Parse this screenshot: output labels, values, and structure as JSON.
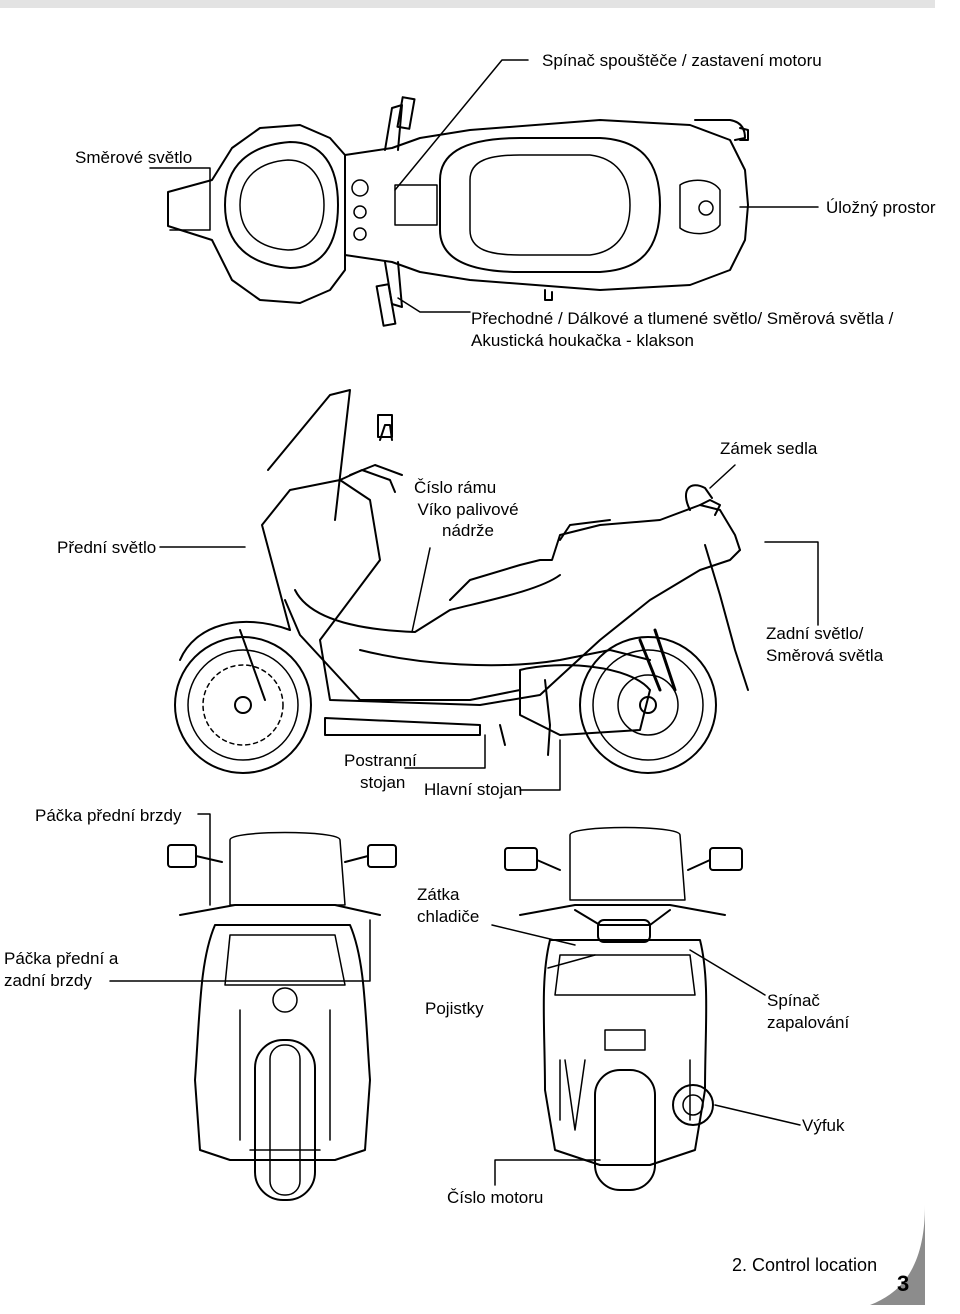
{
  "labels": {
    "start_stop_switch": "Spínač spouštěče / zastavení motoru",
    "turn_signal": "Směrové světlo",
    "storage": "Úložný prostor",
    "light_switches_line1": "Přechodné / Dálkové a tlumené světlo/ Směrová světla /",
    "light_switches_line2": "Akustická houkačka - klakson",
    "seat_lock": "Zámek sedla",
    "frame_number": "Číslo rámu",
    "fuel_cap_line1": "Víko palivové",
    "fuel_cap_line2": "nádrže",
    "headlight": "Přední světlo",
    "taillight_line1": "Zadní světlo/",
    "taillight_line2": "Směrová světla",
    "side_stand_line1": "Postranní",
    "side_stand_line2": "stojan",
    "main_stand": "Hlavní stojan",
    "front_brake_lever": "Páčka přední brzdy",
    "radiator_cap_line1": "Zátka",
    "radiator_cap_line2": "chladiče",
    "both_brake_levers_line1": "Páčka přední a",
    "both_brake_levers_line2": "zadní brzdy",
    "fuses": "Pojistky",
    "ignition_switch_line1": "Spínač",
    "ignition_switch_line2": "zapalování",
    "muffler": "Výfuk",
    "engine_number": "Číslo motoru"
  },
  "footer": {
    "section_title": "2. Control location",
    "page_number": "3"
  }
}
